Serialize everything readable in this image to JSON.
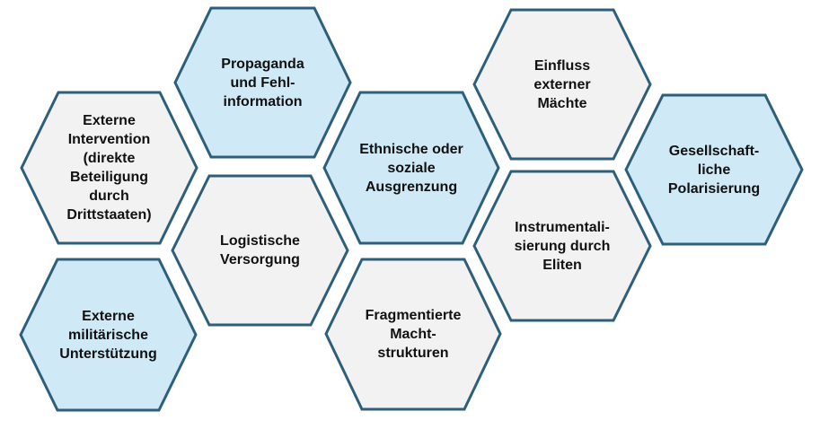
{
  "hexagons": [
    {
      "id": "externe-intervention",
      "text": "Externe\nIntervention\n(direkte\nBeteiligung\ndurch\nDrittstaaten)",
      "color": "grey"
    },
    {
      "id": "externe-militaerische-unterstuetzung",
      "text": "Externe\nmilitärische\nUnterstützung",
      "color": "blue"
    },
    {
      "id": "propaganda",
      "text": "Propaganda\nund Fehl-\ninformation",
      "color": "blue"
    },
    {
      "id": "logistische-versorgung",
      "text": "Logistische\nVersorgung",
      "color": "grey"
    },
    {
      "id": "ethnische-ausgrenzung",
      "text": "Ethnische oder\nsoziale\nAusgrenzung",
      "color": "blue"
    },
    {
      "id": "fragmentierte-machtstrukturen",
      "text": "Fragmentierte\nMacht-\nstrukturen",
      "color": "grey"
    },
    {
      "id": "einfluss-externer-maechte",
      "text": "Einfluss\nexterner\nMächte",
      "color": "grey"
    },
    {
      "id": "instrumentalisierung",
      "text": "Instrumentali-\nsierung durch\nEliten",
      "color": "grey"
    },
    {
      "id": "gesellschaftliche-polarisierung",
      "text": "Gesellschaft-\nliche\nPolarisierung",
      "color": "blue"
    }
  ],
  "colors": {
    "blue_fill": "#cfe9f7",
    "grey_fill": "#f2f2f2",
    "stroke": "#2e5f7a"
  }
}
